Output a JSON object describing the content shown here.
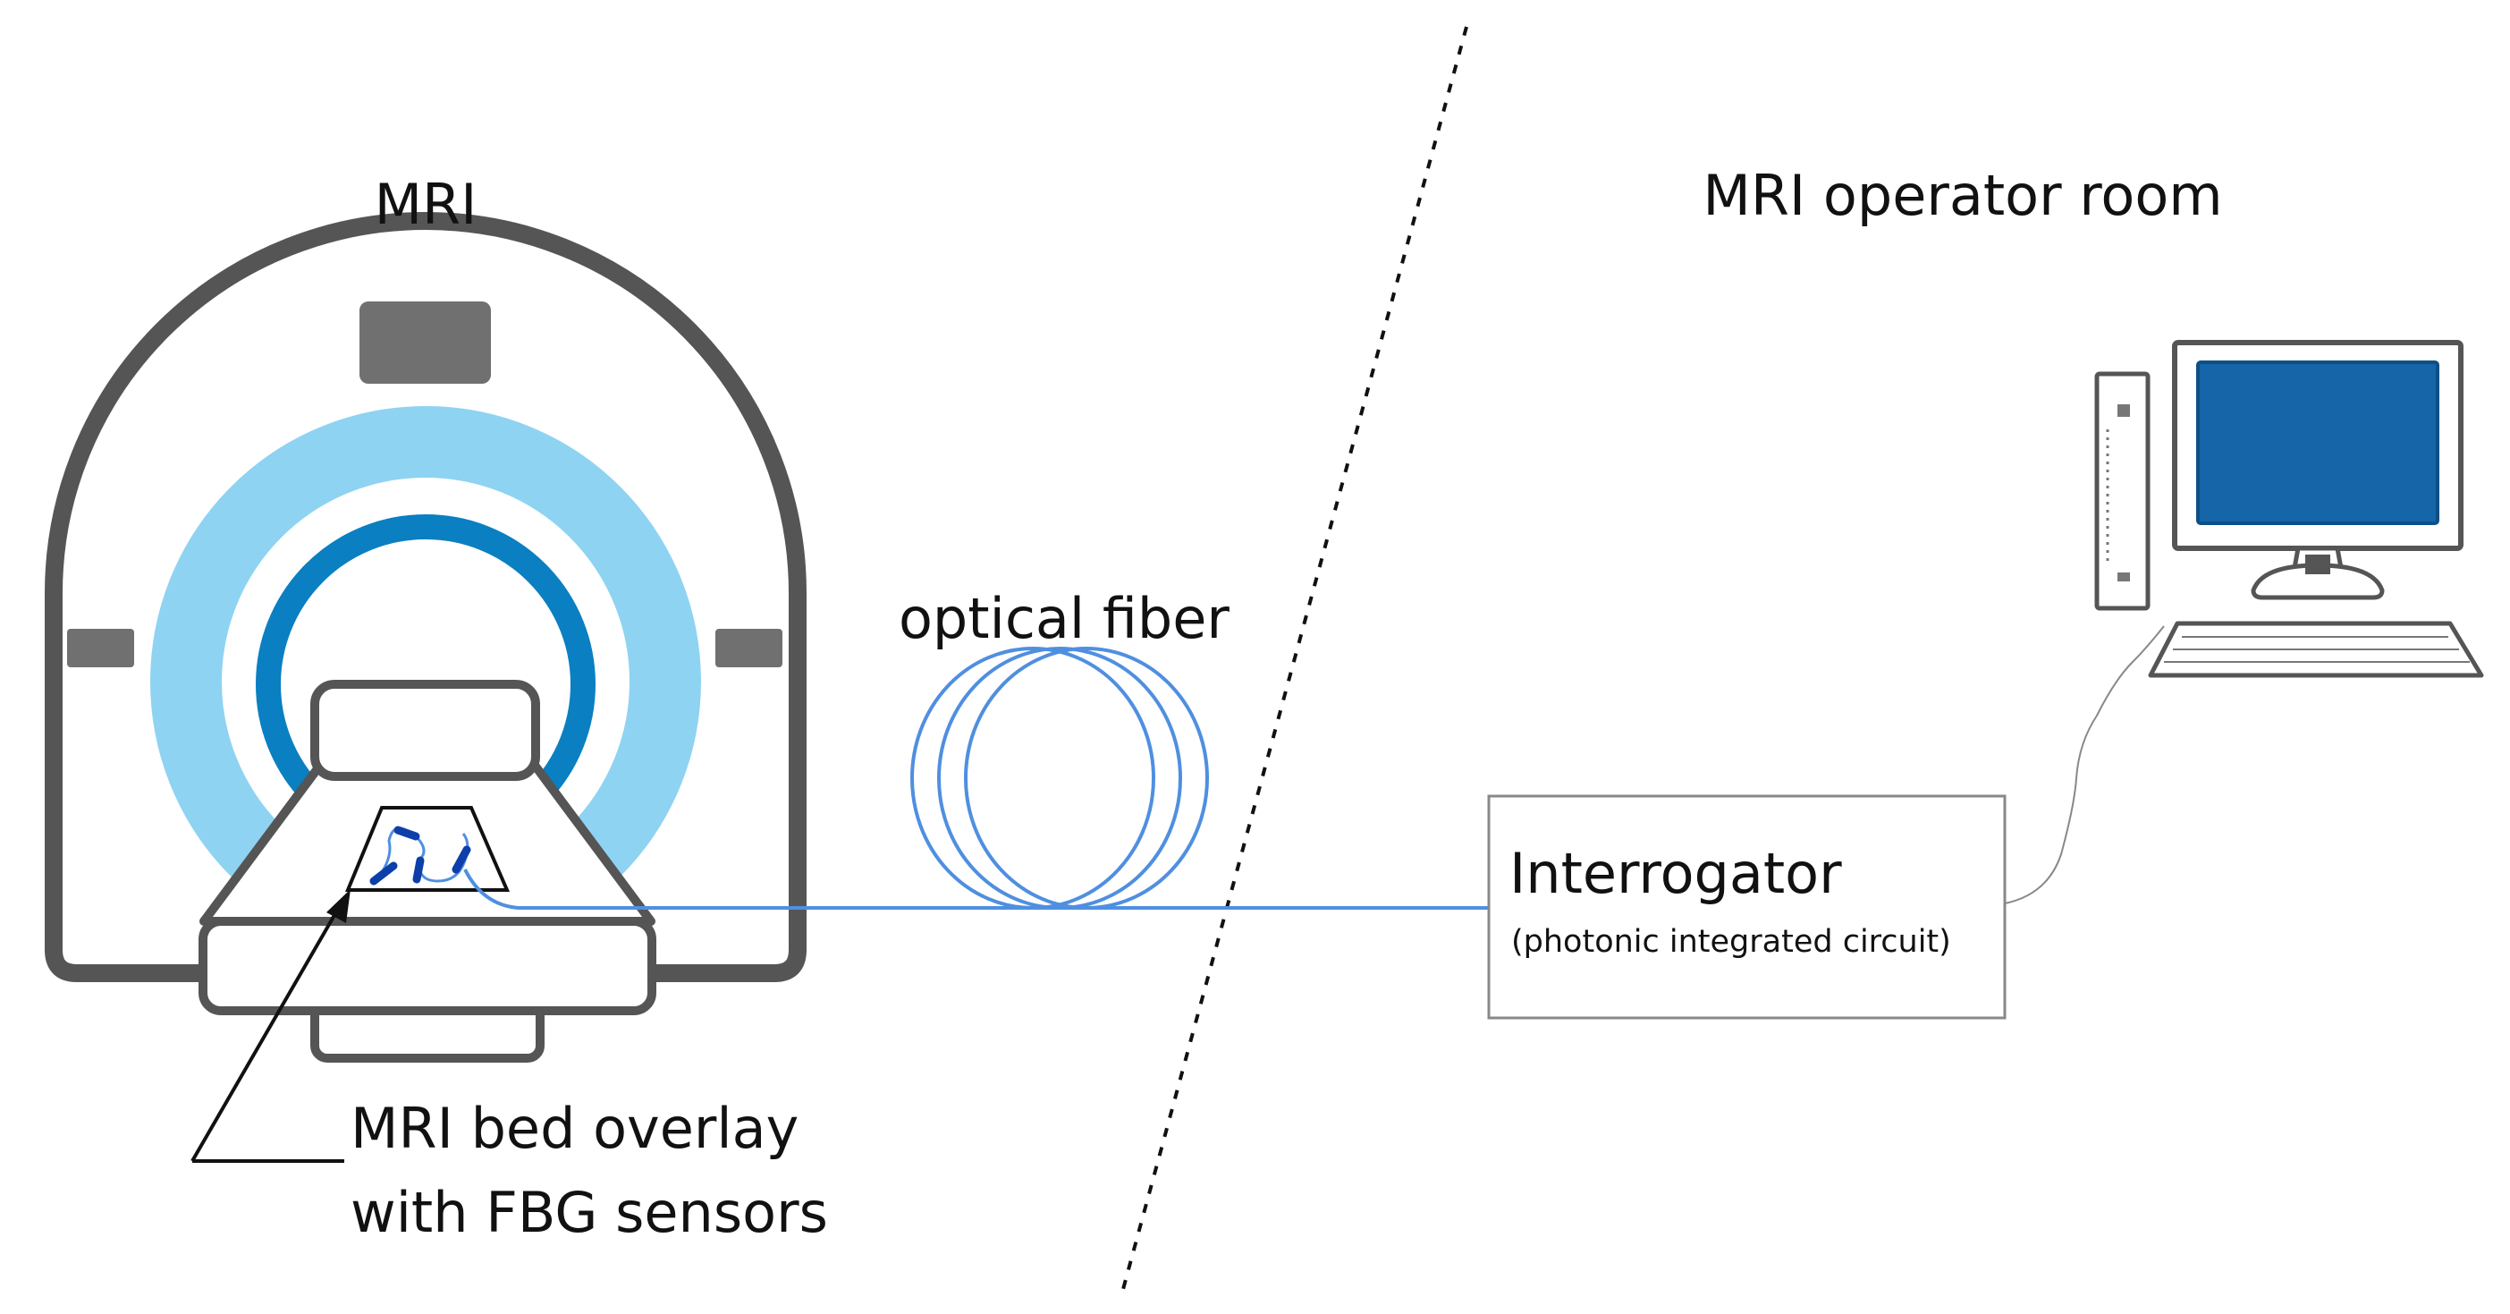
{
  "labels": {
    "mri": "MRI",
    "operator_room": "MRI operator room",
    "optical_fiber": "optical fiber",
    "interrogator_title": "Interrogator",
    "interrogator_subtitle": "(photonic integrated circuit)",
    "bed_overlay_line1": "MRI bed overlay",
    "bed_overlay_line2": "with FBG sensors"
  },
  "colors": {
    "scanner_outline": "#555555",
    "scanner_outer_ring": "#8fd3f2",
    "scanner_inner_ring": "#0a7fc1",
    "block_gray": "#707070",
    "fiber": "#4f8fe0",
    "fbg_sensor": "#0d3fa8",
    "screen": "#1565a8",
    "text": "#111111"
  }
}
